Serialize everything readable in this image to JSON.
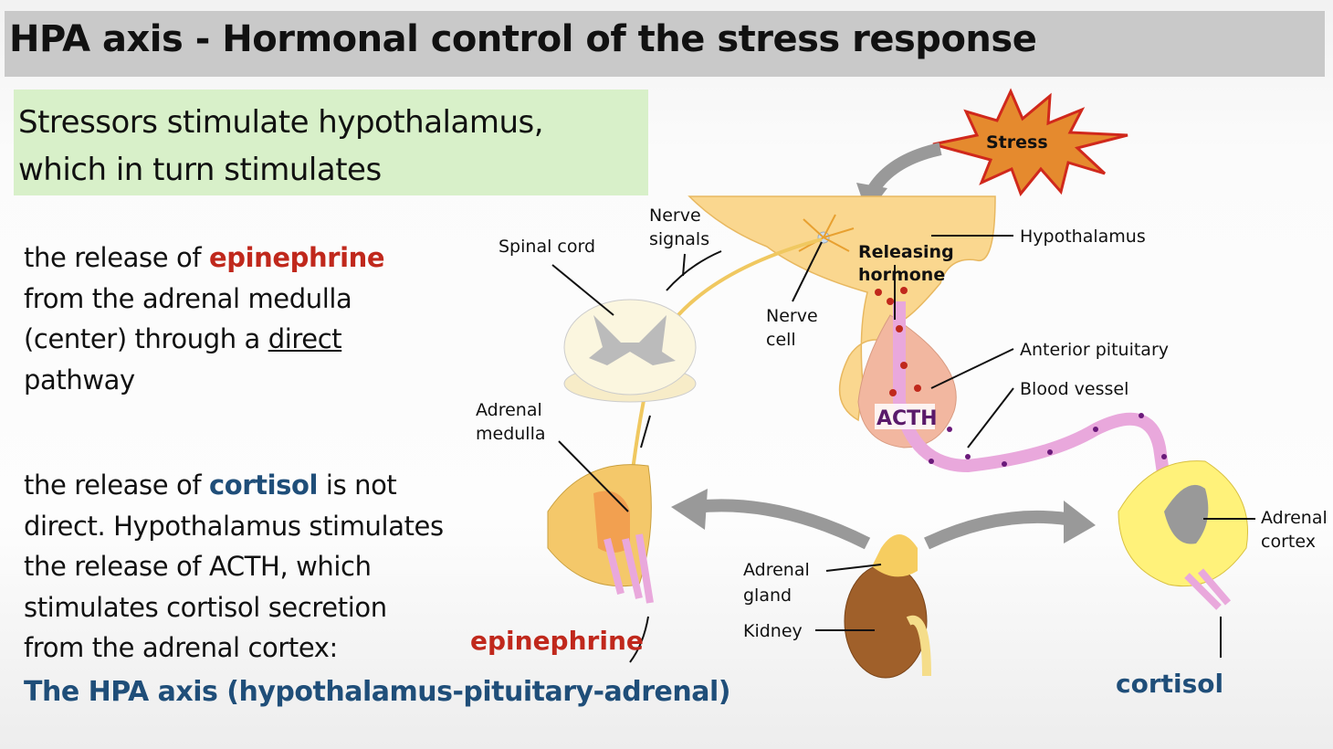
{
  "title": "HPA axis - Hormonal control of the stress response",
  "summary": {
    "line1": "Stressors stimulate hypothalamus,",
    "line2": "which in turn stimulates"
  },
  "direct_paragraph": {
    "prefix": "the release of ",
    "highlight": "epinephrine",
    "line2": "from the adrenal medulla",
    "line3_prefix": "(center) through a ",
    "line3_underlined": "direct",
    "line4": "pathway"
  },
  "indirect_paragraph": {
    "prefix": "the release of ",
    "highlight": "cortisol",
    "suffix": " is not",
    "line2": "direct. Hypothalamus stimulates",
    "line3": "the release of ACTH, which",
    "line4": "stimulates cortisol secretion",
    "line5": "from the adrenal cortex:"
  },
  "hpa_label": "The HPA axis (hypothalamus-pituitary-adrenal)",
  "diagram": {
    "stress": "Stress",
    "nerve_signals": [
      "Nerve",
      "signals"
    ],
    "spinal_cord": "Spinal cord",
    "hypothalamus": "Hypothalamus",
    "releasing_hormone": [
      "Releasing",
      "hormone"
    ],
    "nerve_cell": [
      "Nerve",
      "cell"
    ],
    "anterior_pituitary": "Anterior pituitary",
    "blood_vessel": "Blood vessel",
    "acth": "ACTH",
    "adrenal_medulla": [
      "Adrenal",
      "medulla"
    ],
    "adrenal_gland": [
      "Adrenal",
      "gland"
    ],
    "kidney": "Kidney",
    "adrenal_cortex": [
      "Adrenal",
      "cortex"
    ],
    "epinephrine": "epinephrine",
    "cortisol": "cortisol"
  },
  "colors": {
    "epinephrine": "#c0281c",
    "cortisol": "#1f4e79",
    "title_bar": "#c9c9c9",
    "summary_box": "#d8f0c9"
  }
}
